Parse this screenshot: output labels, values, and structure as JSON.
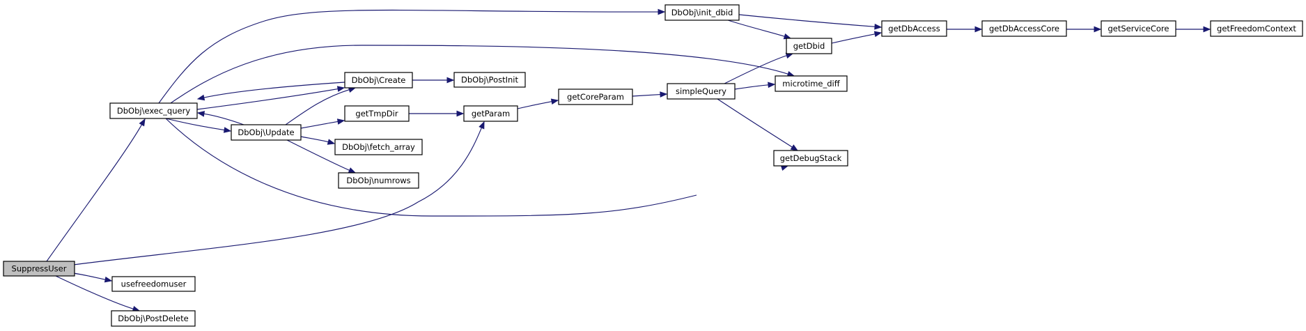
{
  "graph": {
    "root": "SuppressUser",
    "nodes": [
      {
        "id": "SuppressUser",
        "label": "SuppressUser",
        "highlight": true
      },
      {
        "id": "exec_query",
        "label": "DbObj\\exec_query"
      },
      {
        "id": "usefreedomuser",
        "label": "usefreedomuser"
      },
      {
        "id": "PostDelete",
        "label": "DbObj\\PostDelete"
      },
      {
        "id": "Create",
        "label": "DbObj\\Create"
      },
      {
        "id": "Update",
        "label": "DbObj\\Update"
      },
      {
        "id": "PostInit",
        "label": "DbObj\\PostInit"
      },
      {
        "id": "getTmpDir",
        "label": "getTmpDir"
      },
      {
        "id": "fetch_array",
        "label": "DbObj\\fetch_array"
      },
      {
        "id": "numrows",
        "label": "DbObj\\numrows"
      },
      {
        "id": "getParam",
        "label": "getParam"
      },
      {
        "id": "getCoreParam",
        "label": "getCoreParam"
      },
      {
        "id": "simpleQuery",
        "label": "simpleQuery"
      },
      {
        "id": "init_dbid",
        "label": "DbObj\\init_dbid"
      },
      {
        "id": "getDbid",
        "label": "getDbid"
      },
      {
        "id": "microtime_diff",
        "label": "microtime_diff"
      },
      {
        "id": "getDebugStack",
        "label": "getDebugStack"
      },
      {
        "id": "getDbAccess",
        "label": "getDbAccess"
      },
      {
        "id": "getDbAccessCore",
        "label": "getDbAccessCore"
      },
      {
        "id": "getServiceCore",
        "label": "getServiceCore"
      },
      {
        "id": "getFreedomContext",
        "label": "getFreedomContext"
      }
    ],
    "edges": [
      {
        "from": "SuppressUser",
        "to": "exec_query"
      },
      {
        "from": "SuppressUser",
        "to": "getParam"
      },
      {
        "from": "SuppressUser",
        "to": "usefreedomuser"
      },
      {
        "from": "SuppressUser",
        "to": "PostDelete"
      },
      {
        "from": "exec_query",
        "to": "init_dbid"
      },
      {
        "from": "exec_query",
        "to": "microtime_diff"
      },
      {
        "from": "exec_query",
        "to": "Create"
      },
      {
        "from": "exec_query",
        "to": "Update"
      },
      {
        "from": "exec_query",
        "to": "getDebugStack"
      },
      {
        "from": "Create",
        "to": "exec_query"
      },
      {
        "from": "Create",
        "to": "PostInit"
      },
      {
        "from": "Update",
        "to": "exec_query"
      },
      {
        "from": "Update",
        "to": "Create"
      },
      {
        "from": "Update",
        "to": "getTmpDir"
      },
      {
        "from": "Update",
        "to": "fetch_array"
      },
      {
        "from": "Update",
        "to": "numrows"
      },
      {
        "from": "getTmpDir",
        "to": "getParam"
      },
      {
        "from": "getParam",
        "to": "getCoreParam"
      },
      {
        "from": "getCoreParam",
        "to": "simpleQuery"
      },
      {
        "from": "simpleQuery",
        "to": "getDbid"
      },
      {
        "from": "simpleQuery",
        "to": "microtime_diff"
      },
      {
        "from": "simpleQuery",
        "to": "getDebugStack"
      },
      {
        "from": "init_dbid",
        "to": "getDbid"
      },
      {
        "from": "init_dbid",
        "to": "getDbAccess"
      },
      {
        "from": "getDbid",
        "to": "getDbAccess"
      },
      {
        "from": "getDbAccess",
        "to": "getDbAccessCore"
      },
      {
        "from": "getDbAccessCore",
        "to": "getServiceCore"
      },
      {
        "from": "getServiceCore",
        "to": "getFreedomContext"
      }
    ]
  },
  "colors": {
    "edge": "#191970",
    "node_border": "#000000",
    "node_fill": "#ffffff",
    "root_fill": "#bfbfbf"
  }
}
